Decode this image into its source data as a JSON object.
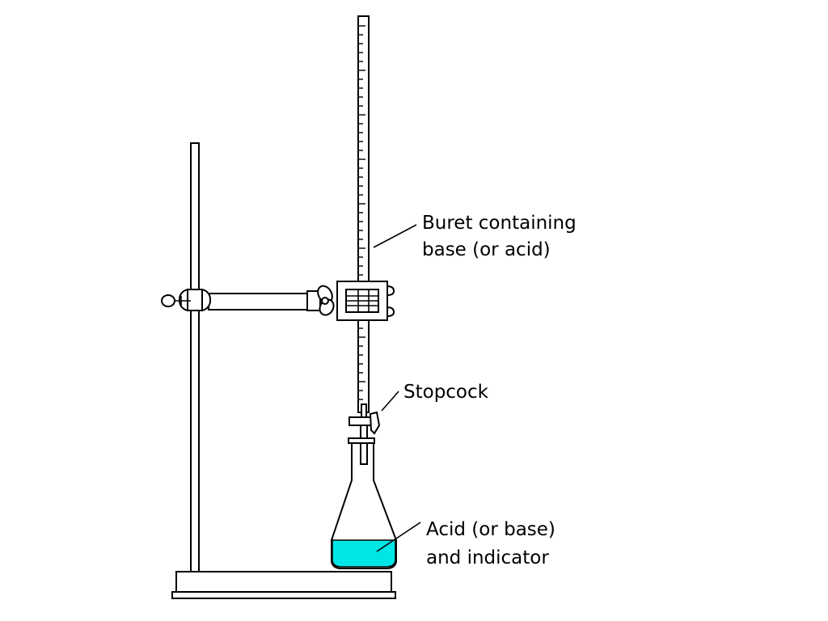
{
  "labels": {
    "buret": {
      "line1": "Buret containing",
      "line2": "base (or acid)"
    },
    "stopcock": "Stopcock",
    "flask": {
      "line1": "Acid (or base)",
      "line2": "and indicator"
    }
  },
  "colors": {
    "solution": "#00e5e5",
    "ink": "#000000",
    "background": "#ffffff"
  }
}
